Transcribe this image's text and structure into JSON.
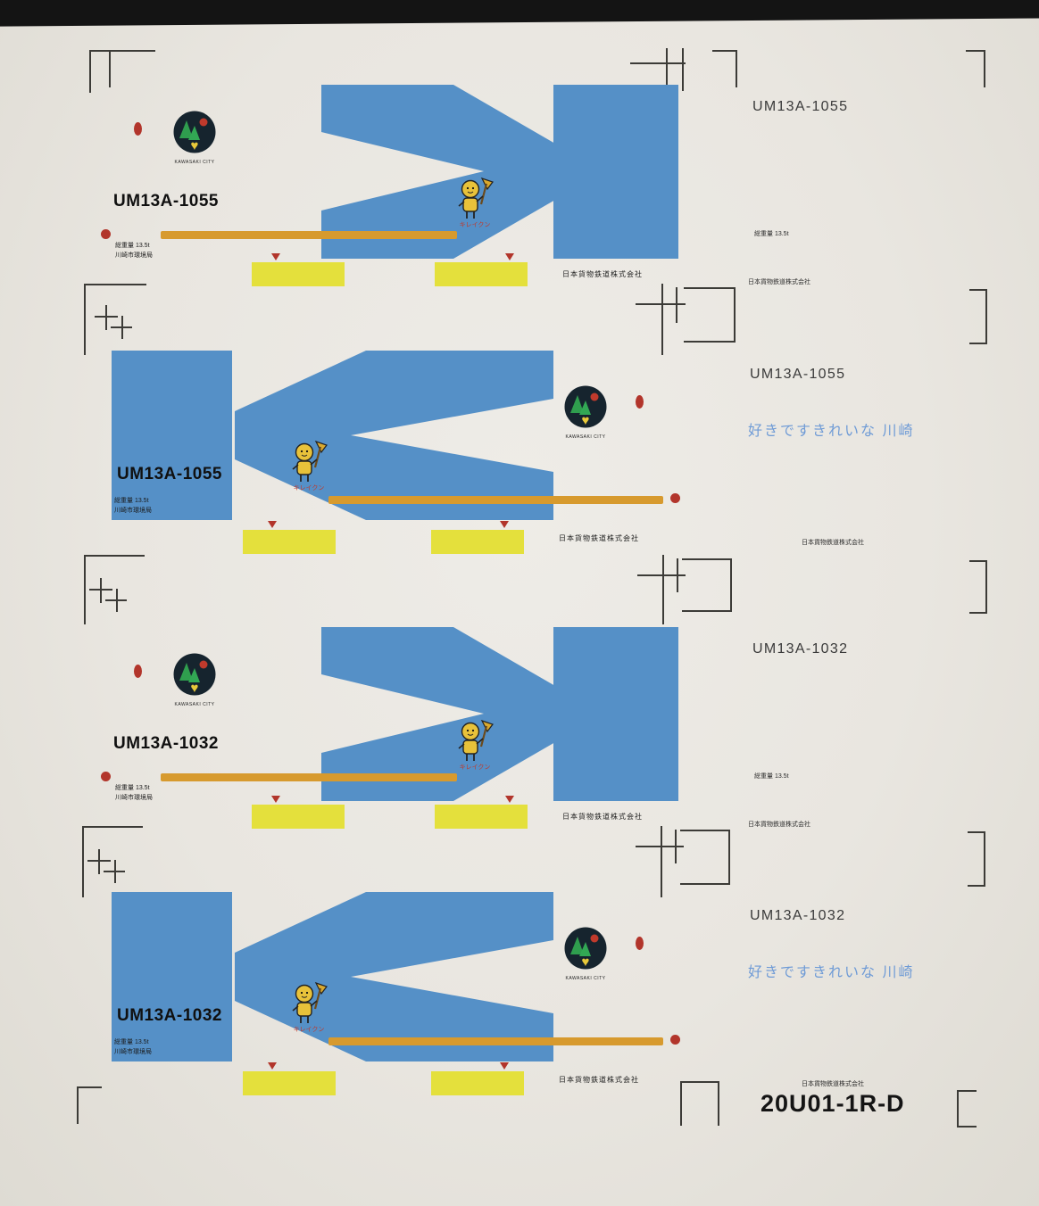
{
  "colors": {
    "paper": "#e9e6e0",
    "ink": "#1c1c1c",
    "blue": "#5590c7",
    "orange": "#d79a2e",
    "yellow": "#e4e03c",
    "red": "#b2352b",
    "slogan_blue": "#6f9bd6",
    "logo_navy": "#16242e",
    "logo_green": "#2f9e4e",
    "logo_yellow": "#e8c93a"
  },
  "shared": {
    "company_line": "日本貨物鉄道株式会社",
    "mascot_label": "キレイクン",
    "city_logo_caption": "KAWASAKI CITY",
    "slogan": "好きですきれいな 川崎",
    "spec_line1": "総重量 13.5t",
    "spec_line2": "川崎市環境局",
    "weight_note": "総重量 13.5t"
  },
  "panels": [
    {
      "code": "UM13A-1055",
      "right_label": "UM13A-1055"
    },
    {
      "code": "UM13A-1055",
      "right_label": "UM13A-1055"
    },
    {
      "code": "UM13A-1032",
      "right_label": "UM13A-1032"
    },
    {
      "code": "UM13A-1032",
      "right_label": "UM13A-1032"
    }
  ],
  "footer": {
    "product_code": "20U01-1R-D"
  }
}
